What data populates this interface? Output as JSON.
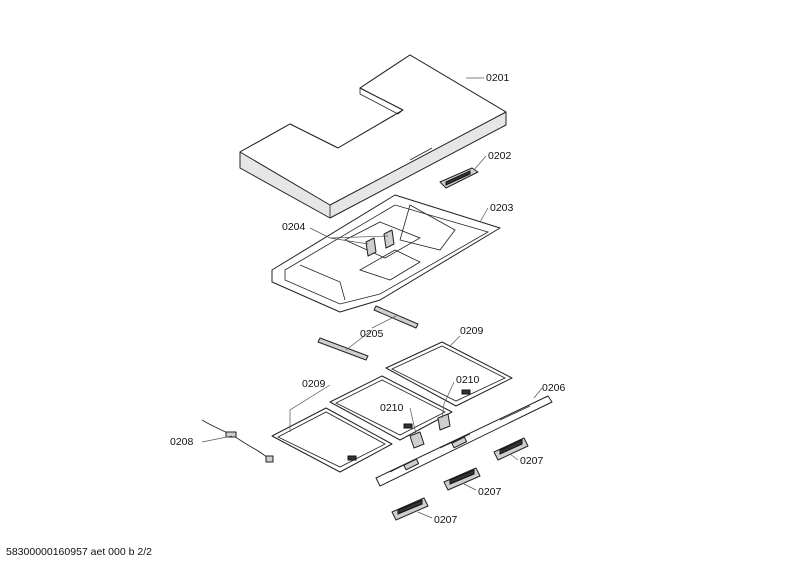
{
  "labels": {
    "p0201": "0201",
    "p0202": "0202",
    "p0203": "0203",
    "p0204": "0204",
    "p0205": "0205",
    "p0206": "0206",
    "p0207a": "0207",
    "p0207b": "0207",
    "p0207c": "0207",
    "p0208": "0208",
    "p0209a": "0209",
    "p0209b": "0209",
    "p0210a": "0210",
    "p0210b": "0210"
  },
  "footer": "58300000160957 aet 000 b 2/2"
}
